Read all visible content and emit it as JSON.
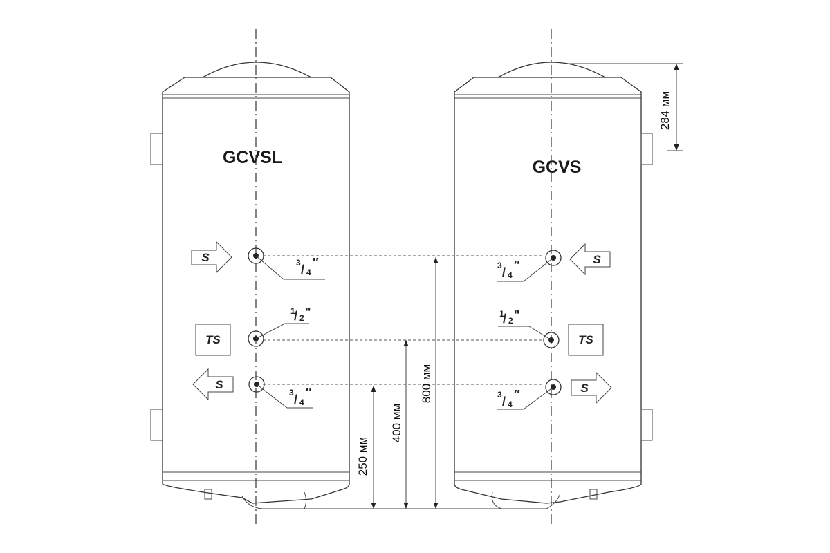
{
  "tanks": [
    {
      "model": "GCVSL",
      "ports": [
        {
          "size_num": "3",
          "size_den": "4",
          "label": "S",
          "direction": "in"
        },
        {
          "size_num": "1",
          "size_den": "2",
          "label": "TS"
        },
        {
          "size_num": "3",
          "size_den": "4",
          "label": "S",
          "direction": "out"
        }
      ]
    },
    {
      "model": "GCVS",
      "ports": [
        {
          "size_num": "3",
          "size_den": "4",
          "label": "S",
          "direction": "in"
        },
        {
          "size_num": "1",
          "size_den": "2",
          "label": "TS"
        },
        {
          "size_num": "3",
          "size_den": "4",
          "label": "S",
          "direction": "out"
        }
      ]
    }
  ],
  "dimensions": {
    "top_dome": "284 мм",
    "upper_port": "800 мм",
    "middle_port": "400 мм",
    "lower_port": "250 мм"
  }
}
